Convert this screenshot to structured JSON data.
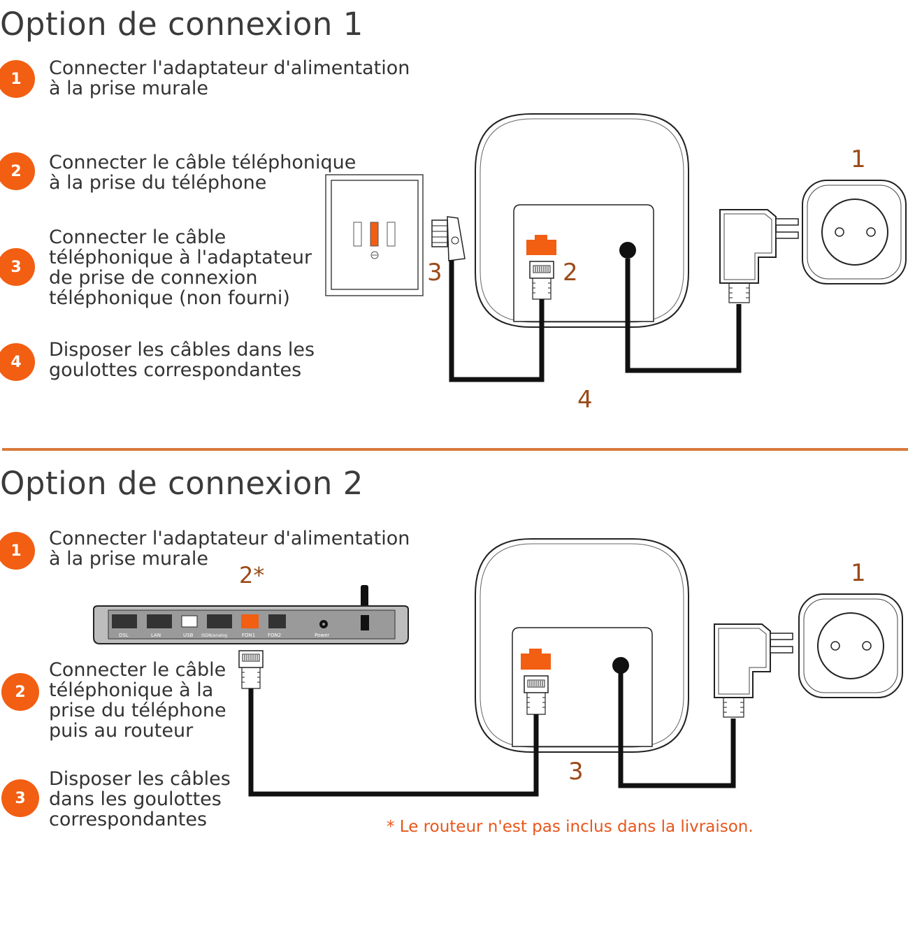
{
  "option1": {
    "title": "Option de connexion 1",
    "steps": [
      {
        "n": "1",
        "text": "Connecter l'adaptateur d'alimentation\nà la prise murale"
      },
      {
        "n": "2",
        "text": "Connecter le câble téléphonique\nà la prise du téléphone"
      },
      {
        "n": "3",
        "text": "Connecter le câble\ntéléphonique à l'adaptateur\nde prise de connexion\ntéléphonique (non fourni)"
      },
      {
        "n": "4",
        "text": "Disposer les câbles dans les\ngoulottes correspondantes"
      }
    ],
    "diagram_labels": {
      "outlet": "1",
      "phone_port": "2",
      "wall_jack": "3",
      "cables": "4"
    }
  },
  "option2": {
    "title": "Option de connexion 2",
    "steps": [
      {
        "n": "1",
        "text": "Connecter l'adaptateur d'alimentation\nà la prise murale"
      },
      {
        "n": "2",
        "text": "Connecter le câble\ntéléphonique à la\nprise du téléphone\npuis au routeur"
      },
      {
        "n": "3",
        "text": "Disposer les câbles\ndans les goulottes\ncorrespondantes"
      }
    ],
    "diagram_labels": {
      "outlet": "1",
      "router": "2*",
      "cables": "3"
    },
    "router_ports": [
      "DSL",
      "LAN",
      "USB",
      "ISDN/analog",
      "FON1",
      "FON2",
      "Power"
    ],
    "note": "* Le routeur n'est pas inclus dans la livraison."
  },
  "colors": {
    "accent": "#f25e12",
    "divider": "#d87a3c",
    "cable": "#111111"
  }
}
